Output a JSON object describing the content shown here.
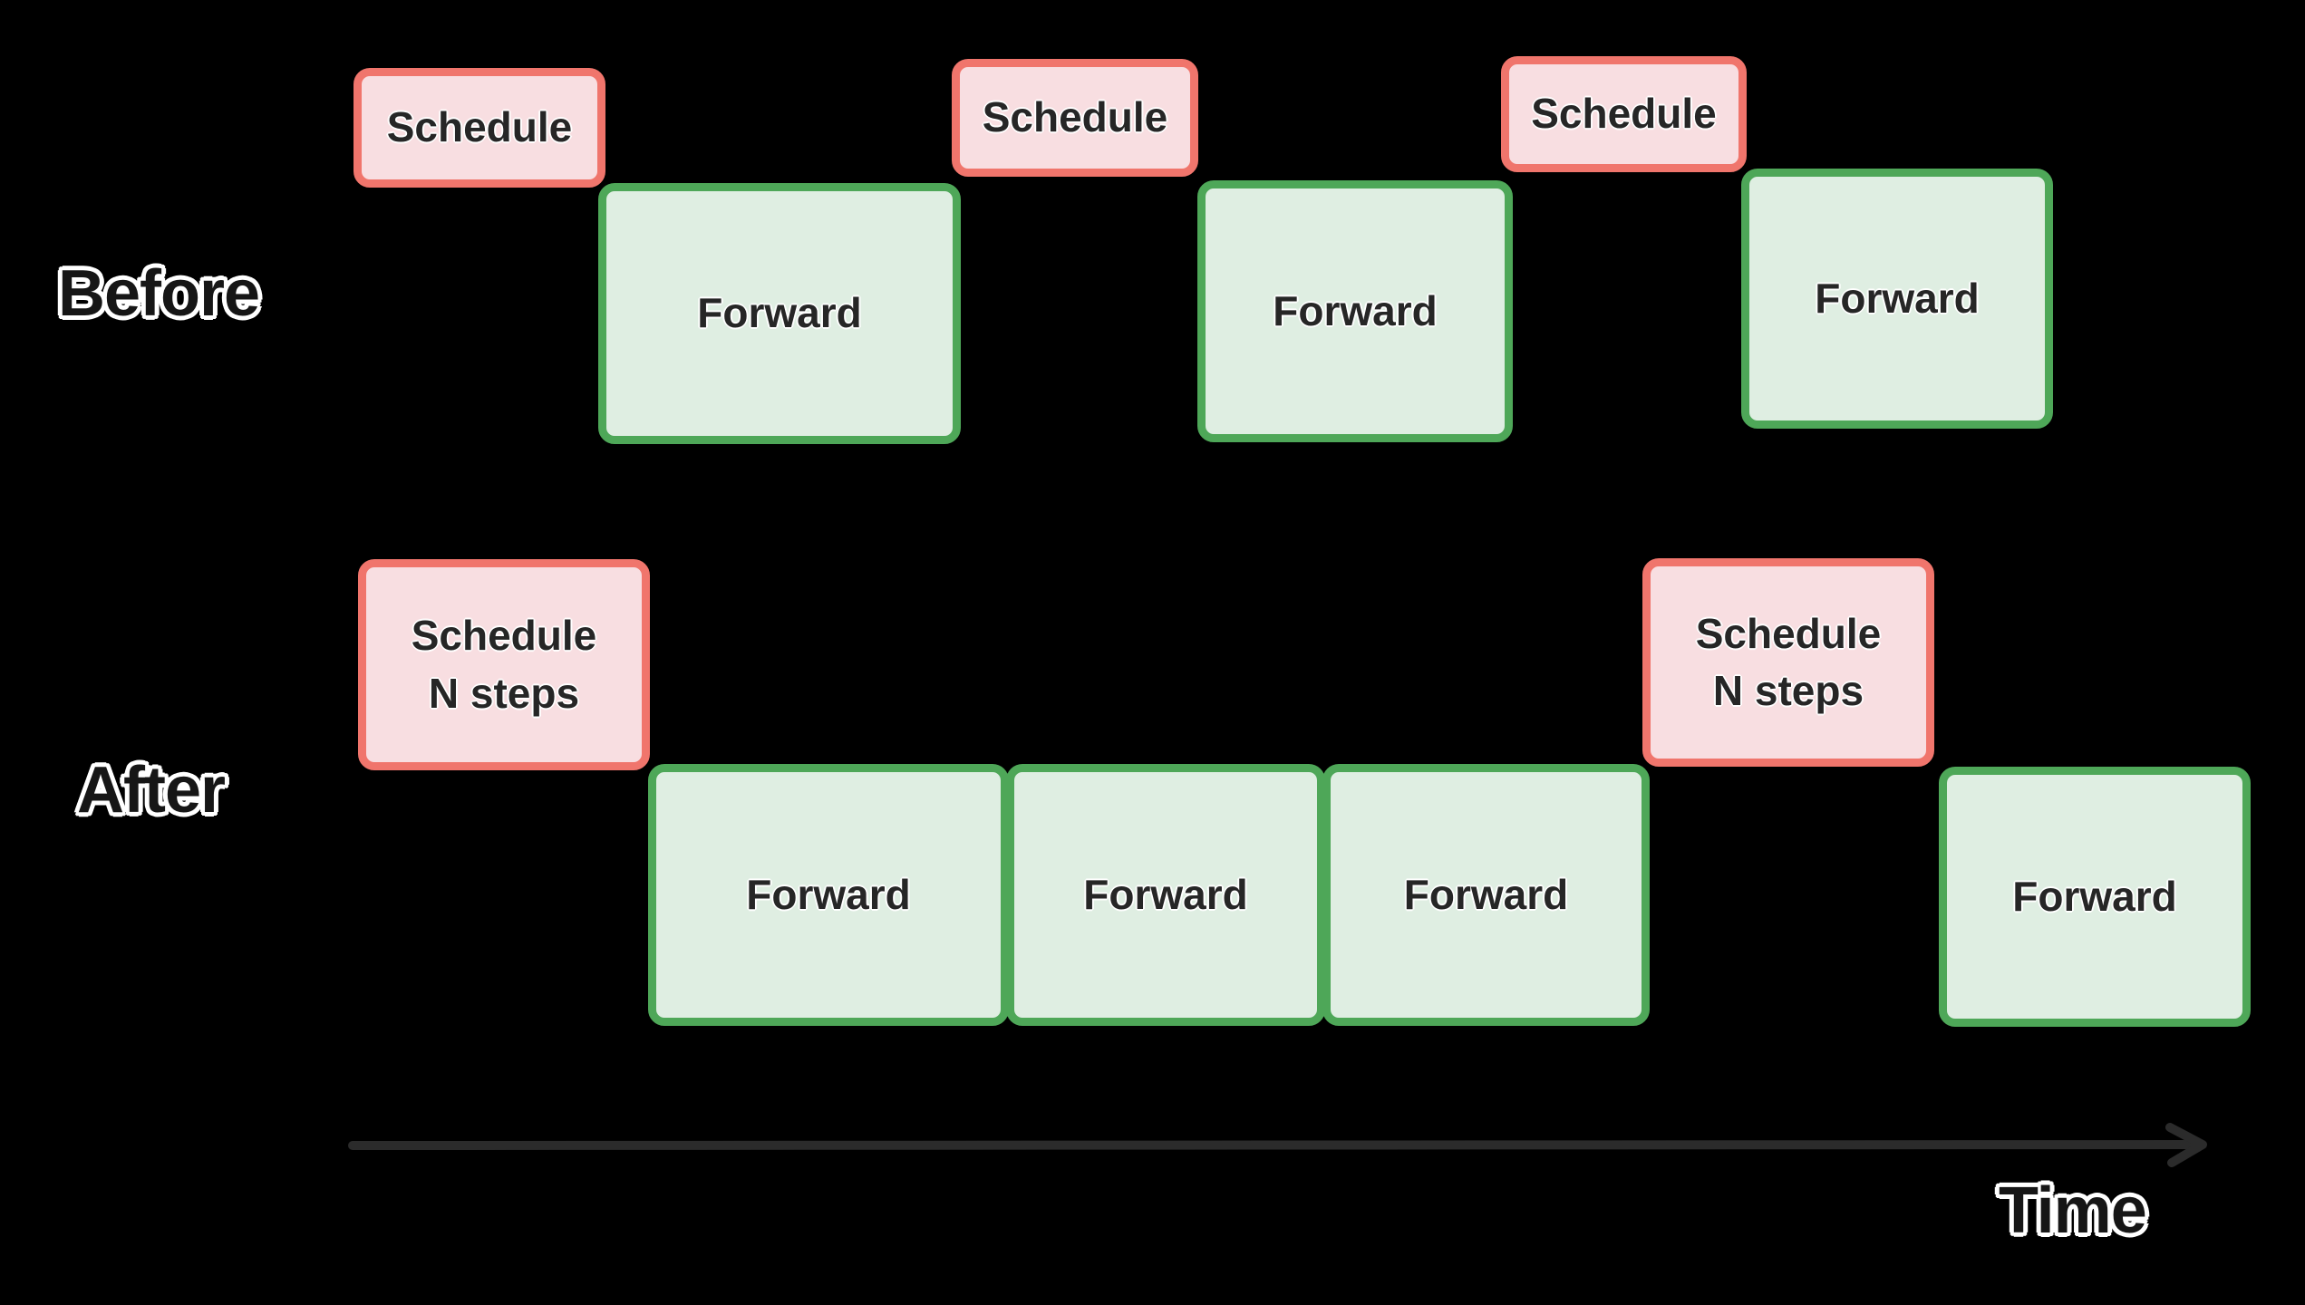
{
  "diagram": {
    "background": "#000000",
    "rows": {
      "before": {
        "label": "Before"
      },
      "after": {
        "label": "After"
      }
    },
    "axis": {
      "label": "Time",
      "arrow_color": "#2b2b2b"
    },
    "colors": {
      "schedule_border": "#f0756c",
      "schedule_fill": "#f8dee1",
      "forward_border": "#4ea758",
      "forward_fill": "#dfeee2",
      "block_text": "#262626",
      "outlined_label_fill": "#161616",
      "outlined_label_outline": "#ffffff"
    },
    "before": {
      "blocks": [
        {
          "type": "schedule",
          "label": "Schedule"
        },
        {
          "type": "forward",
          "label": "Forward"
        },
        {
          "type": "schedule",
          "label": "Schedule"
        },
        {
          "type": "forward",
          "label": "Forward"
        },
        {
          "type": "schedule",
          "label": "Schedule"
        },
        {
          "type": "forward",
          "label": "Forward"
        }
      ]
    },
    "after": {
      "blocks": [
        {
          "type": "schedule",
          "lines": [
            "Schedule",
            "N steps"
          ]
        },
        {
          "type": "forward",
          "label": "Forward"
        },
        {
          "type": "forward",
          "label": "Forward"
        },
        {
          "type": "forward",
          "label": "Forward"
        },
        {
          "type": "schedule",
          "lines": [
            "Schedule",
            "N steps"
          ]
        },
        {
          "type": "forward",
          "label": "Forward"
        }
      ]
    }
  }
}
